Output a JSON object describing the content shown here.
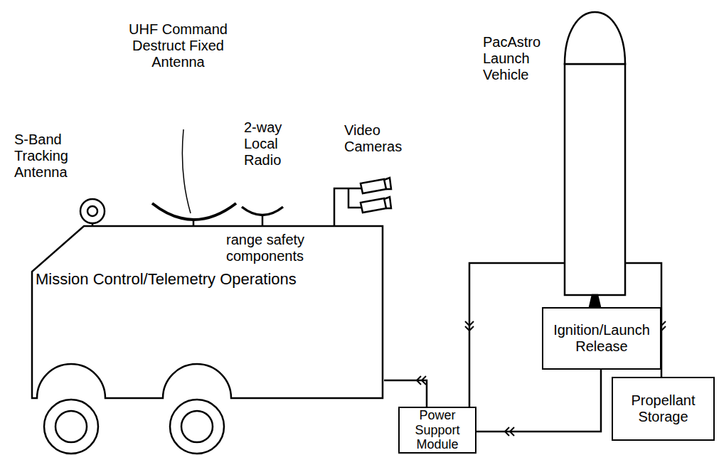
{
  "diagram": {
    "nodes": [
      {
        "text": [
          "Mission Control/Telemetry Operations"
        ]
      },
      {
        "text": [
          "PacAstro Launch Vehicle"
        ]
      },
      {
        "text": [
          "Ignition/Launch Release"
        ]
      },
      {
        "text": [
          "Power Support Module"
        ]
      },
      {
        "text": [
          "Propellant Storage"
        ]
      }
    ],
    "edges": [
      {
        "from": 0,
        "to": 3,
        "arrow": "none"
      },
      {
        "from": 1,
        "to": 3,
        "arrow": "none"
      },
      {
        "from": 2,
        "to": 3,
        "arrow": "none"
      },
      {
        "from": 1,
        "to": 4,
        "arrow": "none"
      }
    ],
    "labels": [
      "S-Band Tracking Antenna",
      "UHF Command Destruct Fixed Antenna",
      "2-way Local Radio",
      "Video Cameras",
      "range safety components"
    ]
  }
}
